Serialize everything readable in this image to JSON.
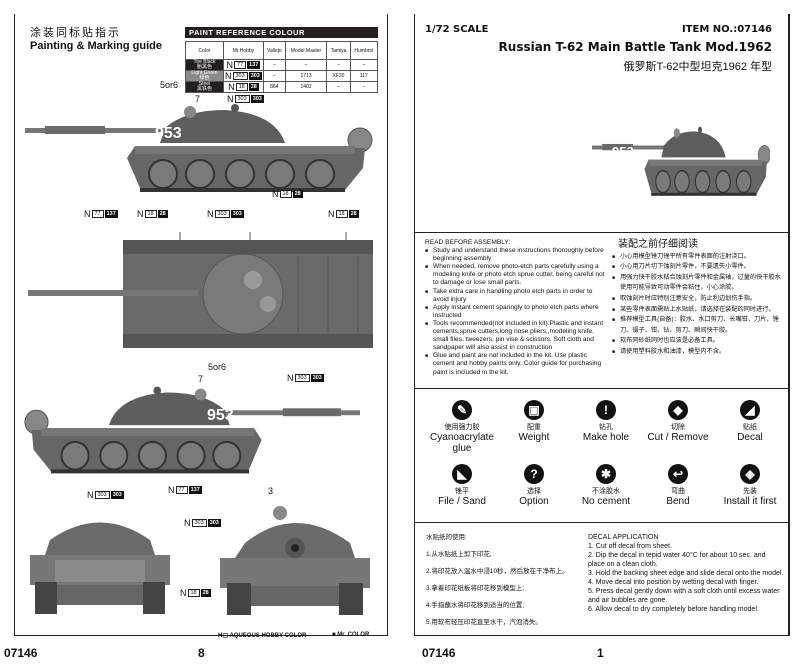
{
  "left_page": {
    "title_cn": "涂装同标贴指示",
    "title_en": "Painting & Marking guide",
    "paint_table": {
      "title": "PAINT  REFERENCE COLOUR",
      "headers": [
        "Color",
        "Mr.Hobby",
        "Vallejo",
        "Model Master",
        "Tamiya",
        "Humbrol"
      ],
      "rows": [
        {
          "color_en": "Tire Black",
          "color_cn": "胎黑色",
          "bg": "#231f20",
          "h": "77",
          "c": "137",
          "vallejo": "–",
          "model_master": "–",
          "tamiya": "–",
          "humbrol": "–"
        },
        {
          "color_en": "Light Green",
          "color_cn": "绿色",
          "bg": "#8a8a8a",
          "h": "303",
          "c": "303",
          "vallejo": "–",
          "model_master": "1713",
          "tamiya": "XF20",
          "humbrol": "117"
        },
        {
          "color_en": "Steel",
          "color_cn": "黑铁色",
          "bg": "#231f20",
          "h": "18",
          "c": "28",
          "vallejo": "864",
          "model_master": "1402",
          "tamiya": "–",
          "humbrol": "–"
        }
      ]
    },
    "callouts": {
      "n": "N",
      "black": {
        "h": "77",
        "c": "137"
      },
      "green": {
        "h": "303",
        "c": "303"
      },
      "steel": {
        "h": "18",
        "c": "28"
      }
    },
    "decal_labels": {
      "five_or_six": "5or6",
      "seven": "7",
      "three": "3"
    },
    "tank_number": "953",
    "footer": {
      "aqueous": "H▢ AQUEOUS HOBBY COLOR",
      "mr_color": "■ Mr. COLOR"
    },
    "item_no": "07146",
    "page_number": "8"
  },
  "right_page": {
    "scale": "1/72  SCALE",
    "item_no": "ITEM  NO.:07146",
    "title_en": "Russian T-62 Main Battle Tank Mod.1962",
    "title_cn": "俄罗斯T-62中型坦克1962 年型",
    "tank_number": "953",
    "assembly_en": {
      "heading": "READ BEFORE ASSEMBLY:",
      "items": [
        "Study and understand these instructions thoroughly before beginning assembly",
        "When needed, remove photo-etch parts carefully using a modeling knife or photo etch sprue cutter, being careful not to damage or lose small parts.",
        "Take extra care in handling photo etch parts in order to avoid injury",
        "Apply instant cement sparingly to photo etch parts where instructed",
        "Tools recommended(not included in kit):Plastic and instant cements,sprue cutters,long nose pliers,,modeling knife, small files, tweezers, pin vise & scissors. Soft cloth and sandpaper will also assist in construction",
        "Glue and paint are not included in the kit. Use plastic cement and hobby paints only. Color guide for purchasing paint is included in the kit."
      ]
    },
    "assembly_cn": {
      "heading": "装配之前仔细阅读",
      "items": [
        "小心用模型锉刀锉平所有零件表面的注射浇口。",
        "小心用刀片切下蚀刻片零件，不要遗失小零件。",
        "用强力快干胶水粘合蚀刻片零件和金属轴，过量的快干胶水使用可能导致可动零件会粘住，小心涂胶。",
        "取蚀刻片时应特别注意安全，防止利边划伤手指。",
        "某些零件表面需贴上水贴纸，请选择在装配的同时进行。",
        "推荐模型工具(自备)：胶水、水口剪刀、长嘴钳、刀片、锉刀、镊子、钳、钻、剪刀、瞬间快干胶。",
        "软布同砂纸同时也应该是必备工具。",
        "请使用塑料胶水和油漆，模型内不含。"
      ]
    },
    "symbols": [
      {
        "icon": "glue-icon",
        "glyph": "✎",
        "cn": "使用强力胶",
        "en": "Cyanoacrylate glue"
      },
      {
        "icon": "weight-icon",
        "glyph": "▣",
        "cn": "配重",
        "en": "Weight"
      },
      {
        "icon": "drill-icon",
        "glyph": "!",
        "cn": "钻孔",
        "en": "Make hole"
      },
      {
        "icon": "cut-icon",
        "glyph": "◆",
        "cn": "切除",
        "en": "Cut / Remove"
      },
      {
        "icon": "decal-icon",
        "glyph": "◢",
        "cn": "贴纸",
        "en": "Decal"
      },
      {
        "icon": "file-icon",
        "glyph": "◣",
        "cn": "锉平",
        "en": "File / Sand"
      },
      {
        "icon": "question-icon",
        "glyph": "?",
        "cn": "选择",
        "en": "Option"
      },
      {
        "icon": "no-cement-icon",
        "glyph": "✱",
        "cn": "不涂胶水",
        "en": "No cement"
      },
      {
        "icon": "bend-icon",
        "glyph": "↩",
        "cn": "弯曲",
        "en": "Bend"
      },
      {
        "icon": "install-first-icon",
        "glyph": "◈",
        "cn": "先装",
        "en": "Install it first"
      }
    ],
    "decal_cn": {
      "heading": "水贴纸的使用:",
      "steps": [
        "1.从水贴纸上剪下印花;",
        "2.将印花放入温水中浸10秒，然后放在干净布上。",
        "3.拿着印花纸板将印花移到模型上;",
        "4.手指蘸水将印花移到适当的位置;",
        "5.用软布轻压印花直至水干，汽泡消失。"
      ]
    },
    "decal_en": {
      "heading": "DECAL APPLICATION",
      "steps": [
        "1. Cut off decal from sheet.",
        "2. Dip the decal in tepid water 40°C for about 10 sec. and place on a clean cloth.",
        "3. Hold the backing sheet edge and slide decal onto the model.",
        "4. Move decal into position by wetting decal with finger.",
        "5. Press decal gently down with a soft cloth until excess water and air bubbles are gone.",
        "6. Allow decal to dry completely before handling model."
      ]
    },
    "item_no_footer": "07146",
    "page_number": "1"
  }
}
